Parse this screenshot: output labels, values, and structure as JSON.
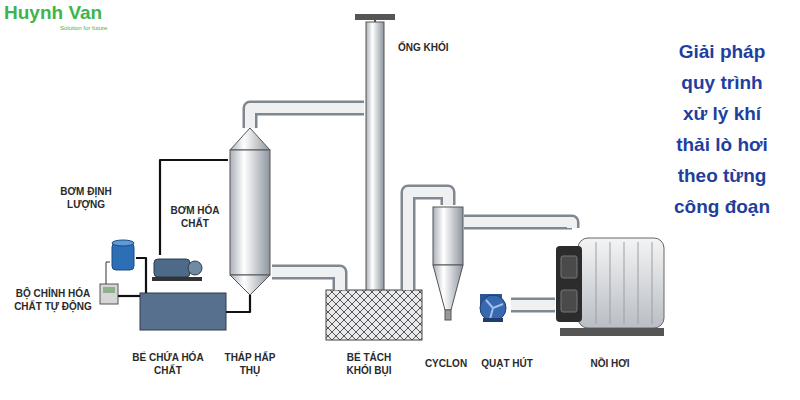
{
  "diagram": {
    "title": "Giải pháp quy trình xử lý khí thải lò hơi theo từng công đoạn",
    "nodes": [
      {
        "text": [
          "ỐNG KHÓI"
        ]
      },
      {
        "text": [
          "BƠM ĐỊNH LƯỢNG"
        ]
      },
      {
        "text": [
          "BƠM HÓA CHẤT"
        ]
      },
      {
        "text": [
          "BỘ CHỈNH HÓA CHẤT TỰ ĐỘNG"
        ]
      },
      {
        "text": [
          "BỂ CHỨA HÓA CHẤT"
        ]
      },
      {
        "text": [
          "THÁP HẤP THỤ"
        ]
      },
      {
        "text": [
          "BỂ TÁCH KHÓI BỤI"
        ]
      },
      {
        "text": [
          "CYCLON"
        ]
      },
      {
        "text": [
          "QUẠT HÚT"
        ]
      },
      {
        "text": [
          "NỒI HƠI"
        ]
      }
    ],
    "edges": [
      {
        "from": 9,
        "to": 7,
        "arrow": "none"
      },
      {
        "from": 7,
        "to": 6,
        "arrow": "none"
      },
      {
        "from": 6,
        "to": 5,
        "arrow": "none"
      },
      {
        "from": 5,
        "to": 0,
        "arrow": "none"
      },
      {
        "from": 8,
        "to": 9,
        "arrow": "none"
      },
      {
        "from": 2,
        "to": 5,
        "arrow": "none"
      },
      {
        "from": 4,
        "to": 5,
        "arrow": "none"
      },
      {
        "from": 1,
        "to": 4,
        "arrow": "none"
      },
      {
        "from": 3,
        "to": 4,
        "arrow": "none"
      },
      {
        "from": 1,
        "to": 3,
        "arrow": "none"
      }
    ],
    "labels": [
      "Huynh Van",
      "Solution for future"
    ]
  }
}
